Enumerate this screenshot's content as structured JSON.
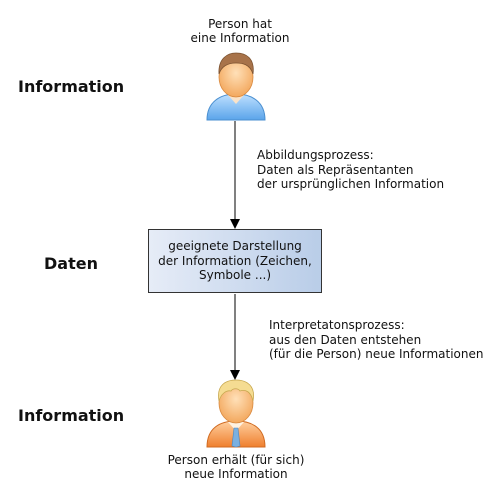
{
  "levels": {
    "top": "Information",
    "middle": "Daten",
    "bottom": "Information"
  },
  "top_person": {
    "caption_lines": [
      "Person hat",
      "eine Information"
    ]
  },
  "bottom_person": {
    "caption_lines": [
      "Person erhält (für sich)",
      "neue Information"
    ]
  },
  "data_box": {
    "lines": [
      "geeignete Darstellung",
      "der Information (Zeichen,",
      "Symbole ...)"
    ]
  },
  "process_top": {
    "lines": [
      "Abbildungsprozess:",
      "Daten als Repräsentanten",
      "der ursprünglichen Information"
    ]
  },
  "process_bottom": {
    "lines": [
      "Interpretatonsprozess:",
      "aus den Daten entstehen",
      "(für die Person) neue Informationen"
    ]
  },
  "colors": {
    "top_person_shirt": "#7ab8f2",
    "bottom_person_shirt": "#f4934a",
    "box_gradient_left": "#e6ecf7",
    "box_gradient_right": "#b9cde8"
  }
}
